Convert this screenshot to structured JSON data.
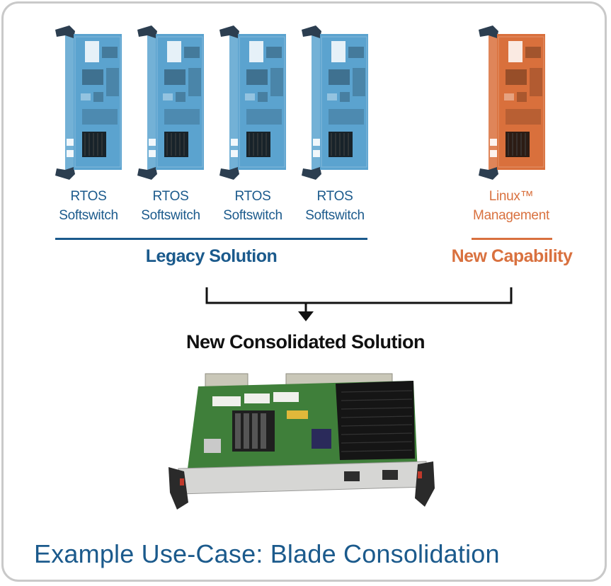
{
  "legacy": {
    "boards": [
      {
        "line1": "RTOS",
        "line2": "Softswitch"
      },
      {
        "line1": "RTOS",
        "line2": "Softswitch"
      },
      {
        "line1": "RTOS",
        "line2": "Softswitch"
      },
      {
        "line1": "RTOS",
        "line2": "Softswitch"
      }
    ],
    "group_title": "Legacy Solution",
    "color": "#1b5a8c",
    "board_color": "#5ba3cf"
  },
  "new_capability": {
    "board": {
      "line1": "Linux™",
      "line2": "Management"
    },
    "group_title": "New Capability",
    "color": "#d9713f",
    "board_color": "#d9703c"
  },
  "consolidated": {
    "title": "New Consolidated Solution"
  },
  "footer": {
    "title": "Example Use-Case: Blade Consolidation"
  }
}
